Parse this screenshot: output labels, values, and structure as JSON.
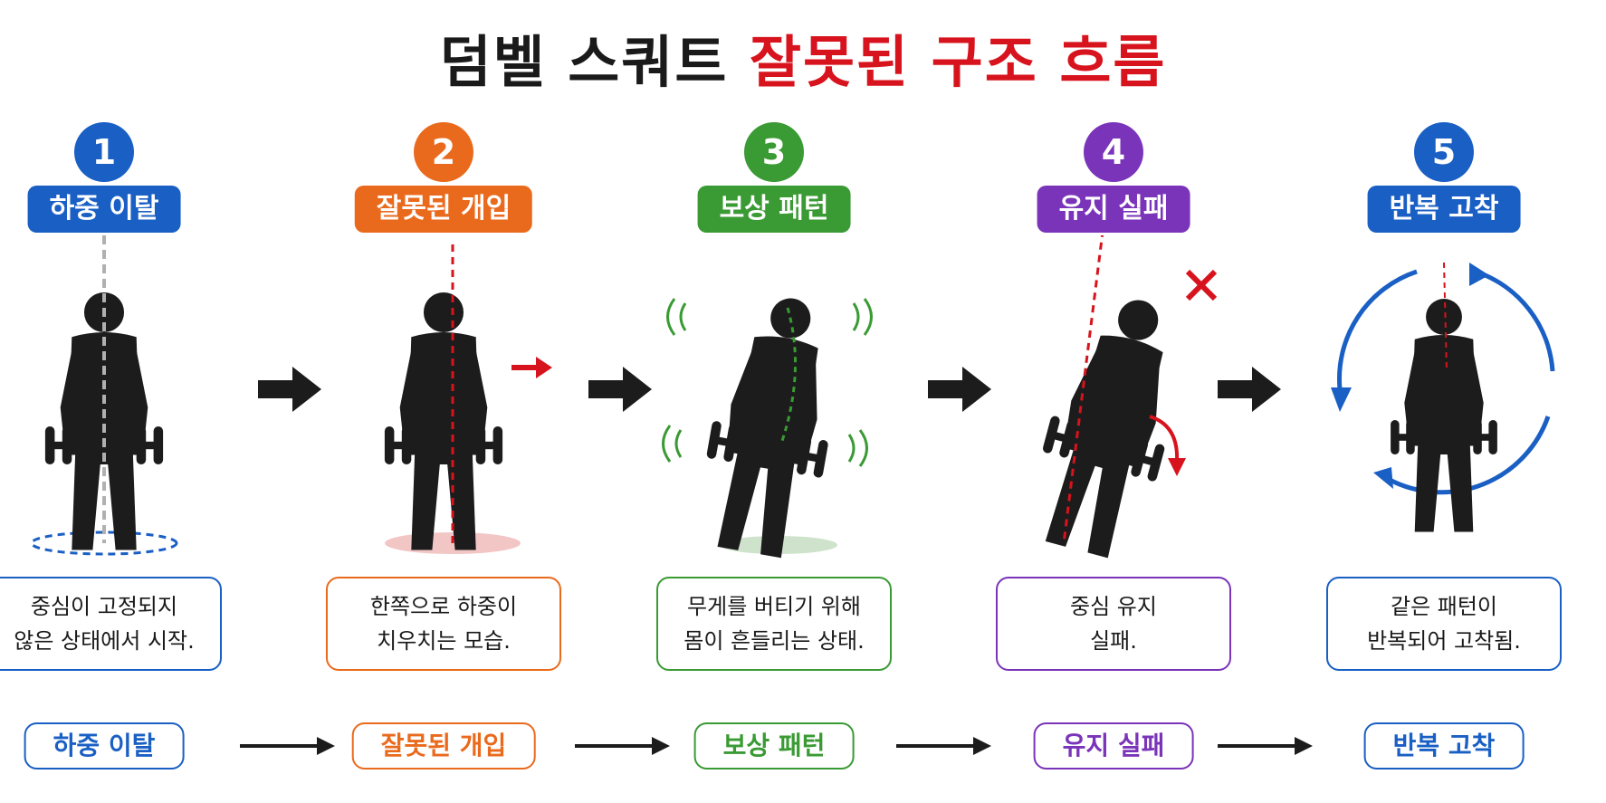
{
  "title": {
    "part1": "덤벨 스쿼트",
    "part2": "잘못된 구조 흐름"
  },
  "colors": {
    "blue": "#1a5fc4",
    "orange": "#ea6a1d",
    "green": "#3a9a34",
    "purple": "#7a34b9",
    "red": "#d7131d",
    "black": "#1c1c1c"
  },
  "steps": [
    {
      "number": "1",
      "label": "하중 이탈",
      "desc_line1": "중심이 고정되지",
      "desc_line2": "않은 상태에서 시작.",
      "flow_label": "하중 이탈",
      "color": "#1a5fc4"
    },
    {
      "number": "2",
      "label": "잘못된 개입",
      "desc_line1": "한쪽으로 하중이",
      "desc_line2": "치우치는 모습.",
      "flow_label": "잘못된 개입",
      "color": "#ea6a1d"
    },
    {
      "number": "3",
      "label": "보상 패턴",
      "desc_line1": "무게를 버티기 위해",
      "desc_line2": "몸이 흔들리는 상태.",
      "flow_label": "보상 패턴",
      "color": "#3a9a34"
    },
    {
      "number": "4",
      "label": "유지 실패",
      "desc_line1": "중심 유지",
      "desc_line2": "실패.",
      "flow_label": "유지 실패",
      "color": "#7a34b9"
    },
    {
      "number": "5",
      "label": "반복 고착",
      "desc_line1": "같은 패턴이",
      "desc_line2": "반복되어 고착됨.",
      "flow_label": "반복 고착",
      "color": "#1a5fc4"
    }
  ]
}
